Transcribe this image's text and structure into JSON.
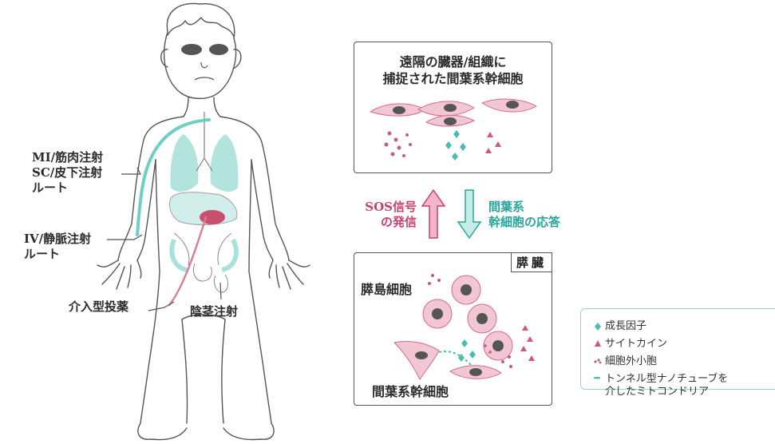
{
  "labels": {
    "im_sc_route": [
      "MI/筋肉注射",
      "SC/皮下注射",
      "ルート"
    ],
    "iv_route": [
      "IV/静脈注射",
      "ルート"
    ],
    "interventional": "介入型投薬",
    "intracavernous": "陰茎注射"
  },
  "top_box": {
    "title_lines": [
      "遠隔の臓器/組織に",
      "捕捉された間葉系幹細胞"
    ]
  },
  "bottom_box": {
    "tag": "膵臓",
    "islet_label": "膵島細胞",
    "msc_label": "間葉系幹細胞"
  },
  "arrows": {
    "sos_lines": [
      "SOS信号",
      "の発信"
    ],
    "response_lines": [
      "間葉系",
      "幹細胞の応答"
    ],
    "sos_color": "#d47a9a",
    "response_color": "#7fd0c8"
  },
  "legend": {
    "items": [
      {
        "icon": "diamond-icon",
        "color": "#4bbcb0",
        "text": "成長因子"
      },
      {
        "icon": "triangle-icon",
        "color": "#d0557a",
        "text": "サイトカイン"
      },
      {
        "icon": "dots-icon",
        "color": "#c85a7a",
        "text": "細胞外小胞"
      },
      {
        "icon": "dash-icon",
        "color": "#4bbcb0",
        "text": "トンネル型ナノチューブを\n介したミトコンドリア"
      }
    ]
  },
  "colors": {
    "teal": "#4bbcb0",
    "pink": "#d0557a",
    "route_line": "#6fcfc4"
  }
}
